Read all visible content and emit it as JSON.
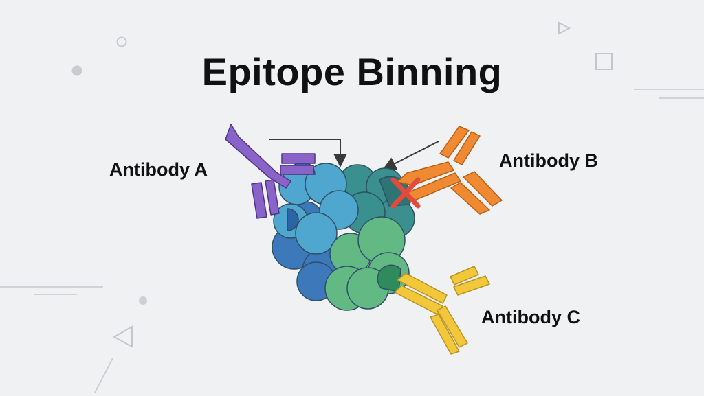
{
  "title": "Epitope Binning",
  "antibodies": [
    {
      "id": "a",
      "label": "Antibody A",
      "color": "#7e57c2"
    },
    {
      "id": "b",
      "label": "Antibody B",
      "color": "#f08a32",
      "blocked": true
    },
    {
      "id": "c",
      "label": "Antibody C",
      "color": "#f3c73a"
    }
  ],
  "antigen_colors": {
    "blue": "#4fa6cf",
    "dark_blue": "#3d78bb",
    "teal": "#3a8f8f",
    "green": "#62b984"
  },
  "blocked_marker_color": "#e24a3b",
  "icons": [
    "circle-outline",
    "dot",
    "triangle-outline",
    "square-outline",
    "arrow-down",
    "arrow-diagonal",
    "x-mark"
  ]
}
